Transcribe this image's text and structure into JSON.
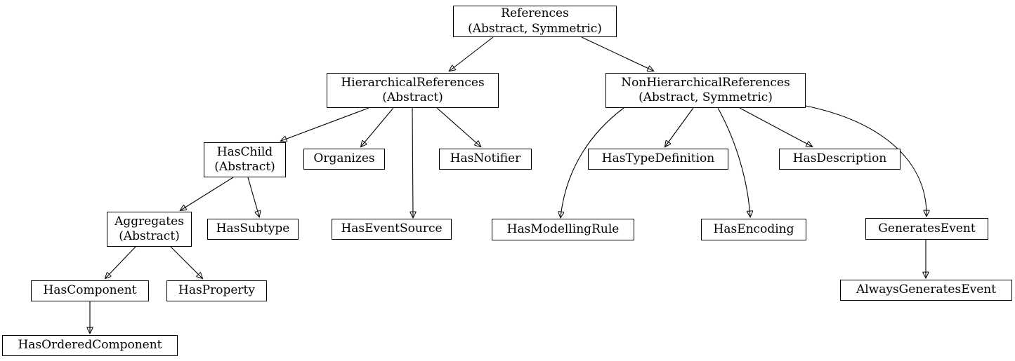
{
  "diagram": {
    "type": "directed-graph",
    "colors": {
      "background": "#ffffff",
      "node_fill": "#ffffff",
      "stroke": "#000000",
      "text": "#000000"
    }
  },
  "nodes": {
    "references": {
      "label": "References",
      "sublabel": "(Abstract, Symmetric)"
    },
    "hierarchical_references": {
      "label": "HierarchicalReferences",
      "sublabel": "(Abstract)"
    },
    "non_hierarchical_references": {
      "label": "NonHierarchicalReferences",
      "sublabel": "(Abstract, Symmetric)"
    },
    "has_child": {
      "label": "HasChild",
      "sublabel": "(Abstract)"
    },
    "organizes": {
      "label": "Organizes"
    },
    "has_notifier": {
      "label": "HasNotifier"
    },
    "has_type_definition": {
      "label": "HasTypeDefinition"
    },
    "has_description": {
      "label": "HasDescription"
    },
    "aggregates": {
      "label": "Aggregates",
      "sublabel": "(Abstract)"
    },
    "has_subtype": {
      "label": "HasSubtype"
    },
    "has_event_source": {
      "label": "HasEventSource"
    },
    "has_modelling_rule": {
      "label": "HasModellingRule"
    },
    "has_encoding": {
      "label": "HasEncoding"
    },
    "generates_event": {
      "label": "GeneratesEvent"
    },
    "has_component": {
      "label": "HasComponent"
    },
    "has_property": {
      "label": "HasProperty"
    },
    "always_generates_event": {
      "label": "AlwaysGeneratesEvent"
    },
    "has_ordered_component": {
      "label": "HasOrderedComponent"
    }
  },
  "edges": [
    {
      "from": "references",
      "to": "hierarchical_references"
    },
    {
      "from": "references",
      "to": "non_hierarchical_references"
    },
    {
      "from": "hierarchical_references",
      "to": "has_child"
    },
    {
      "from": "hierarchical_references",
      "to": "organizes"
    },
    {
      "from": "hierarchical_references",
      "to": "has_event_source"
    },
    {
      "from": "hierarchical_references",
      "to": "has_notifier"
    },
    {
      "from": "has_child",
      "to": "aggregates"
    },
    {
      "from": "has_child",
      "to": "has_subtype"
    },
    {
      "from": "aggregates",
      "to": "has_component"
    },
    {
      "from": "aggregates",
      "to": "has_property"
    },
    {
      "from": "has_component",
      "to": "has_ordered_component"
    },
    {
      "from": "non_hierarchical_references",
      "to": "has_modelling_rule"
    },
    {
      "from": "non_hierarchical_references",
      "to": "has_type_definition"
    },
    {
      "from": "non_hierarchical_references",
      "to": "has_encoding"
    },
    {
      "from": "non_hierarchical_references",
      "to": "has_description"
    },
    {
      "from": "non_hierarchical_references",
      "to": "generates_event"
    },
    {
      "from": "generates_event",
      "to": "always_generates_event"
    }
  ]
}
